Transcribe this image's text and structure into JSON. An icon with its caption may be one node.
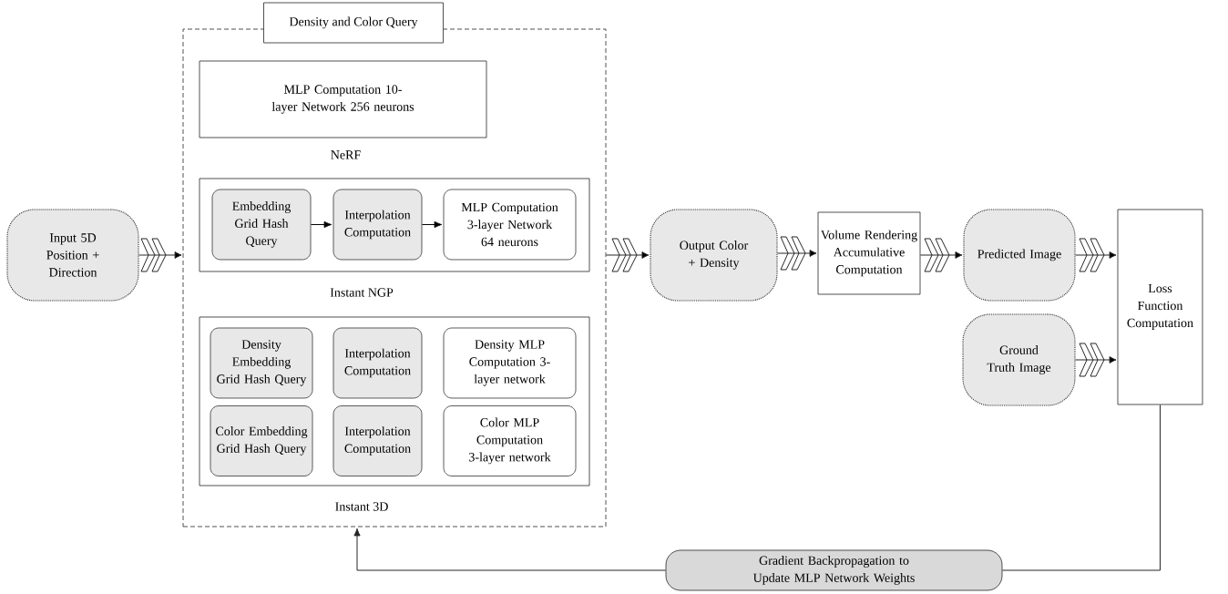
{
  "diagram": {
    "nodes": [
      {
        "text": [
          "Input 5D Position + Direction"
        ]
      },
      {
        "text": [
          "Density and Color Query"
        ]
      },
      {
        "text": [
          "MLP Computation 10-layer Network 256 neurons"
        ],
        "beside": [
          "NeRF"
        ],
        "in": 1
      },
      {
        "text": [
          "Instant NGP"
        ],
        "in": 1
      },
      {
        "text": [
          "Embedding Grid Hash Query"
        ],
        "in": 3
      },
      {
        "text": [
          "Interpolation Computation"
        ],
        "in": 3
      },
      {
        "text": [
          "MLP Computation 3-layer Network 64 neurons"
        ],
        "in": 3
      },
      {
        "text": [
          "Instant 3D"
        ],
        "in": 1
      },
      {
        "text": [
          "Density Embedding Grid Hash Query"
        ],
        "in": 7
      },
      {
        "text": [
          "Interpolation Computation"
        ],
        "in": 7
      },
      {
        "text": [
          "Density MLP Computation 3-layer network"
        ],
        "in": 7
      },
      {
        "text": [
          "Color Embedding Grid Hash Query"
        ],
        "in": 7
      },
      {
        "text": [
          "Interpolation Computation"
        ],
        "in": 7
      },
      {
        "text": [
          "Color MLP Computation 3-layer network"
        ],
        "in": 7
      },
      {
        "text": [
          "Output Color + Density"
        ]
      },
      {
        "text": [
          "Volume Rendering Accumulative Computation"
        ]
      },
      {
        "text": [
          "Predicted Image"
        ]
      },
      {
        "text": [
          "Ground Truth Image"
        ]
      },
      {
        "text": [
          "Loss Function Computation"
        ]
      },
      {
        "text": [
          "Gradient Backpropagation to Update MLP Network Weights"
        ]
      }
    ],
    "edges": [
      {
        "from": 0,
        "to": 1,
        "arrow": "to"
      },
      {
        "from": 4,
        "to": 5,
        "arrow": "to"
      },
      {
        "from": 5,
        "to": 6,
        "arrow": "to"
      },
      {
        "from": 1,
        "to": 14,
        "arrow": "to"
      },
      {
        "from": 14,
        "to": 15,
        "arrow": "to"
      },
      {
        "from": 15,
        "to": 16,
        "arrow": "to"
      },
      {
        "from": 16,
        "to": 18,
        "arrow": "to"
      },
      {
        "from": 17,
        "to": 18,
        "arrow": "to"
      },
      {
        "from": 18,
        "to": 19,
        "arrow": "none"
      },
      {
        "from": 19,
        "to": 1,
        "arrow": "to"
      }
    ]
  }
}
